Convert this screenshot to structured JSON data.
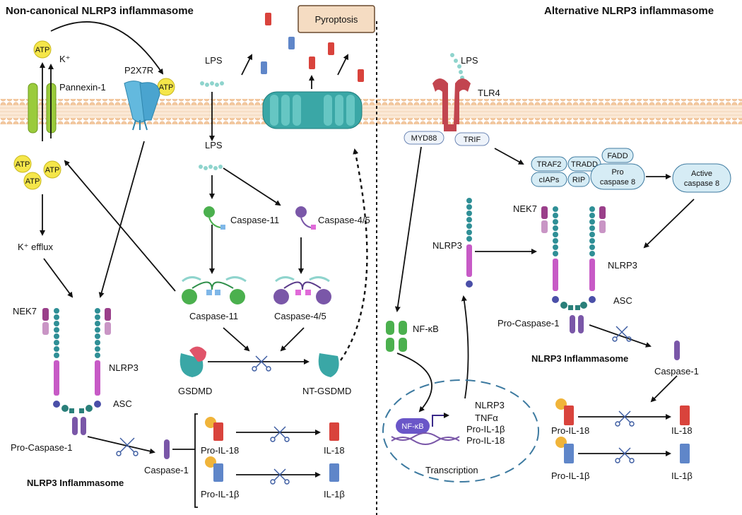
{
  "titles": {
    "left": "Non-canonical NLRP3 inflammasome",
    "right": "Alternative NLRP3 inflammasome",
    "pyroptosis": "Pyroptosis"
  },
  "left": {
    "atp": "ATP",
    "k_plus": "K⁺",
    "pannexin": "Pannexin-1",
    "p2x7r": "P2X7R",
    "k_efflux": "K⁺ efflux",
    "nek7": "NEK7",
    "nlrp3": "NLRP3",
    "asc": "ASC",
    "pro_caspase1": "Pro-Caspase-1",
    "inflammasome": "NLRP3 Inflammasome",
    "caspase1": "Caspase-1"
  },
  "center": {
    "lps_top": "LPS",
    "lps_mid": "LPS",
    "caspase11_a": "Caspase-11",
    "caspase45_a": "Caspase-4/5",
    "caspase11_b": "Caspase-11",
    "caspase45_b": "Caspase-4/5",
    "gsdmd": "GSDMD",
    "nt_gsdmd": "NT-GSDMD",
    "pro_il18": "Pro-IL-18",
    "pro_il1b": "Pro-IL-1β",
    "il18": "IL-18",
    "il1b": "IL-1β"
  },
  "right": {
    "lps": "LPS",
    "tlr4": "TLR4",
    "myd88": "MYD88",
    "trif": "TRIF",
    "traf2": "TRAF2",
    "tradd": "TRADD",
    "fadd": "FADD",
    "ciaps": "cIAPs",
    "rip": "RIP",
    "pro_casp8_l1": "Pro",
    "pro_casp8_l2": "caspase 8",
    "active_casp8_l1": "Active",
    "active_casp8_l2": "caspase 8",
    "nek7": "NEK7",
    "nlrp3_left": "NLRP3",
    "nlrp3_right": "NLRP3",
    "asc": "ASC",
    "pro_caspase1": "Pro-Caspase-1",
    "inflammasome": "NLRP3 Inflammasome",
    "caspase1": "Caspase-1",
    "nfkb": "NF-κB",
    "nfkb_nuc": "NF-κB",
    "genes": [
      "NLRP3",
      "TNFα",
      "Pro-IL-1β",
      "Pro-IL-18"
    ],
    "transcription": "Transcription",
    "pro_il18": "Pro-IL-18",
    "pro_il1b": "Pro-IL-1β",
    "il18": "IL-18",
    "il1b": "IL-1β"
  },
  "colors": {
    "membrane_head": "#f3c9a0",
    "lps": "#8fd4cd",
    "teal": "#2f8f96",
    "nlrp3": "#c75ac6",
    "nek7": "#9a3f8a",
    "caspase11": "#4bb04e",
    "caspase45": "#7a57a8",
    "il18": "#d9433c",
    "il1b": "#5f86c9",
    "atp": "#f5e64a",
    "pyroptosis_bg": "#f5dcc2"
  }
}
